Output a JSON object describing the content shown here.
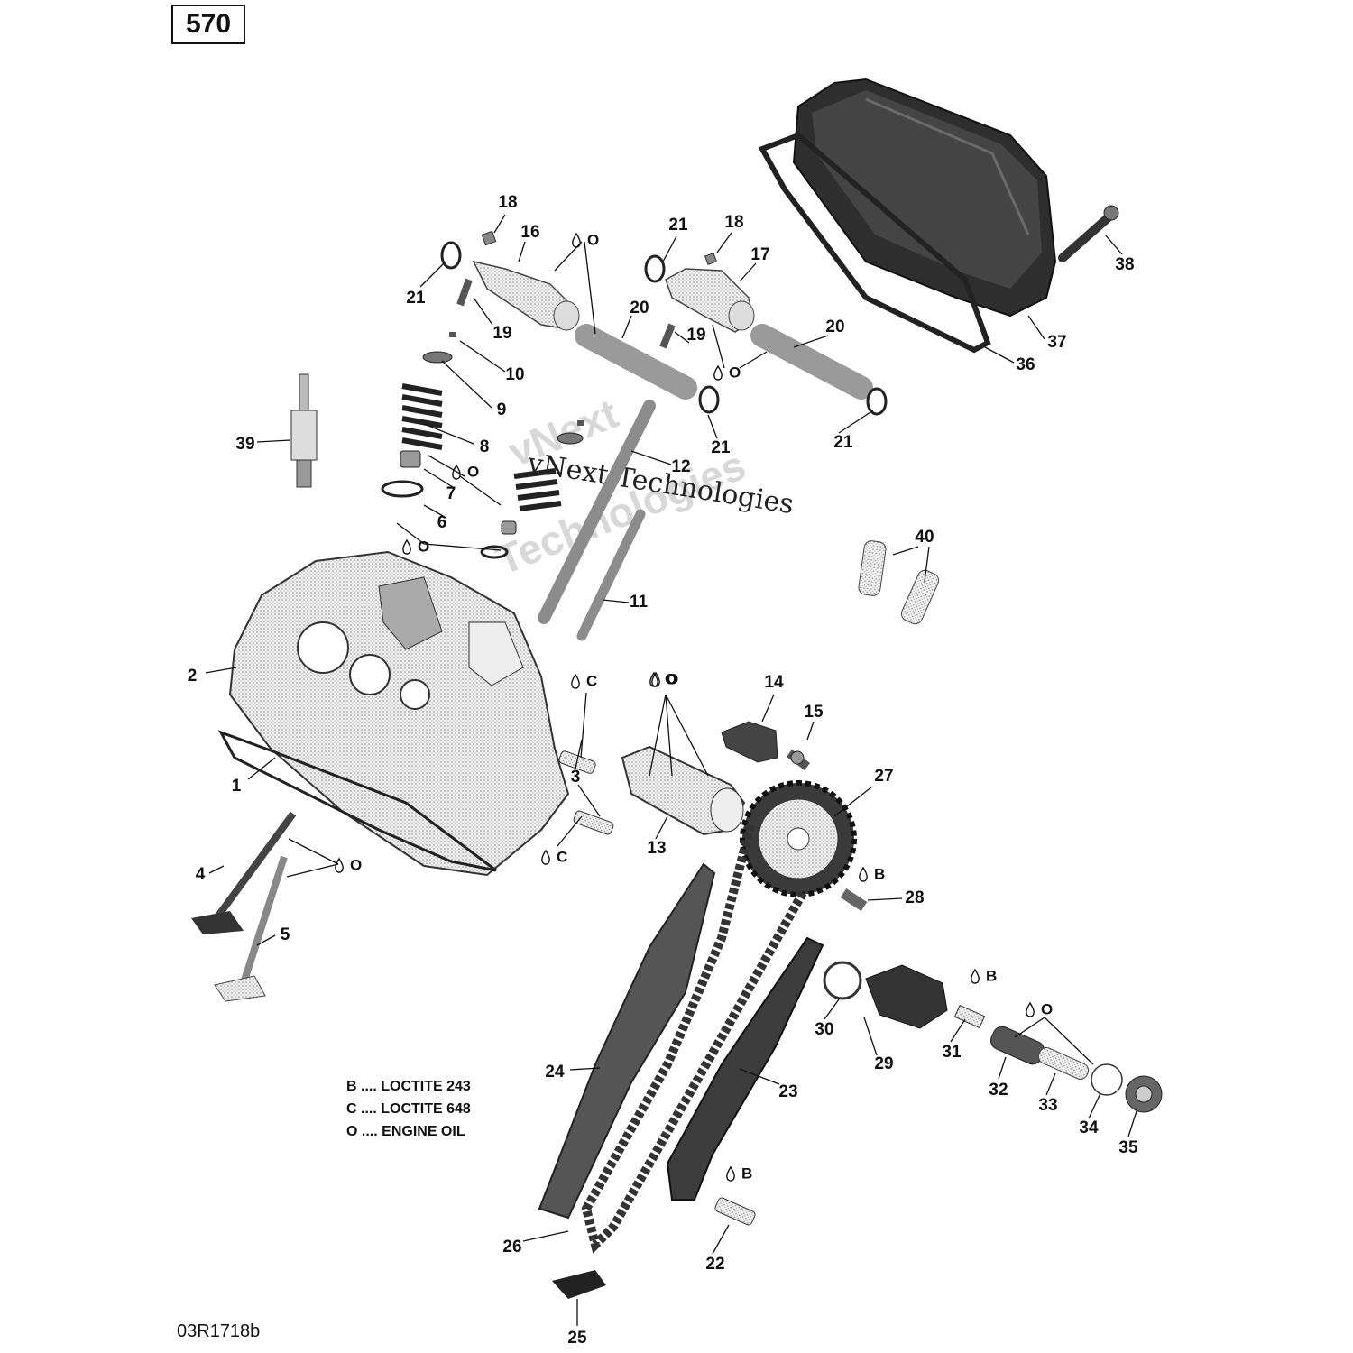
{
  "diagram_id": "570",
  "drawing_code": "03R1718b",
  "watermark": {
    "line1": "vNext",
    "line2": "Technologies",
    "overlay": "vNext Technologies"
  },
  "legend": [
    {
      "key": "B",
      "dots": "....",
      "text": "LOCTITE 243"
    },
    {
      "key": "C",
      "dots": "....",
      "text": "LOCTITE 648"
    },
    {
      "key": "O",
      "dots": "....",
      "text": "ENGINE OIL"
    }
  ],
  "callouts": [
    {
      "text": "1"
    },
    {
      "text": "2"
    },
    {
      "text": "3"
    },
    {
      "text": "4"
    },
    {
      "text": "5"
    },
    {
      "text": "6"
    },
    {
      "text": "7"
    },
    {
      "text": "8"
    },
    {
      "text": "9"
    },
    {
      "text": "10"
    },
    {
      "text": "11"
    },
    {
      "text": "12"
    },
    {
      "text": "13"
    },
    {
      "text": "14"
    },
    {
      "text": "15"
    },
    {
      "text": "16"
    },
    {
      "text": "17"
    },
    {
      "text": "18"
    },
    {
      "text": "18"
    },
    {
      "text": "19"
    },
    {
      "text": "19"
    },
    {
      "text": "20"
    },
    {
      "text": "20"
    },
    {
      "text": "21"
    },
    {
      "text": "21"
    },
    {
      "text": "21"
    },
    {
      "text": "21"
    },
    {
      "text": "22"
    },
    {
      "text": "23"
    },
    {
      "text": "24"
    },
    {
      "text": "25"
    },
    {
      "text": "26"
    },
    {
      "text": "27"
    },
    {
      "text": "28"
    },
    {
      "text": "29"
    },
    {
      "text": "30"
    },
    {
      "text": "31"
    },
    {
      "text": "32"
    },
    {
      "text": "33"
    },
    {
      "text": "34"
    },
    {
      "text": "35"
    },
    {
      "text": "36"
    },
    {
      "text": "37"
    },
    {
      "text": "38"
    },
    {
      "text": "39"
    },
    {
      "text": "40"
    }
  ],
  "symbols": [
    {
      "text": "O"
    },
    {
      "text": "O"
    },
    {
      "text": "O"
    },
    {
      "text": "O"
    },
    {
      "text": "O"
    },
    {
      "text": "C"
    },
    {
      "text": "O"
    },
    {
      "text": "C"
    },
    {
      "text": "O"
    },
    {
      "text": "B"
    },
    {
      "text": "B"
    },
    {
      "text": "O"
    },
    {
      "text": "B"
    }
  ]
}
